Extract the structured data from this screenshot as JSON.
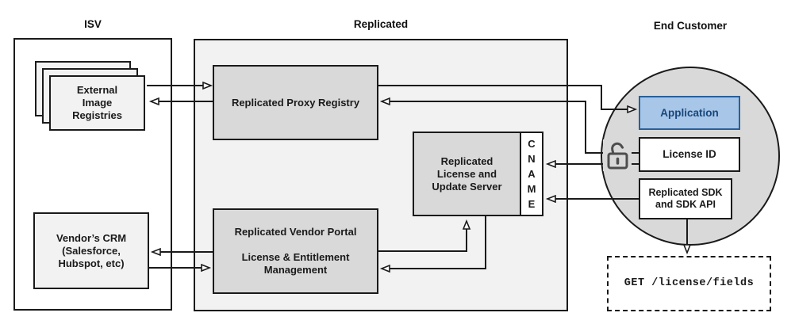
{
  "sections": {
    "isv": "ISV",
    "replicated": "Replicated",
    "end_customer": "End Customer"
  },
  "nodes": {
    "external_image_registries": "External\nImage\nRegistries",
    "replicated_proxy_registry": "Replicated Proxy Registry",
    "replicated_license_update_server": "Replicated\nLicense and\nUpdate Server",
    "cname": "C\nN\nA\nM\nE",
    "replicated_vendor_portal": "Replicated Vendor Portal\n\nLicense & Entitlement\nManagement",
    "vendors_crm": "Vendor’s CRM\n(Salesforce,\nHubspot, etc)",
    "application": "Application",
    "license_id": "License ID",
    "replicated_sdk": "Replicated SDK\nand SDK API",
    "get_license_fields": "GET /license/fields"
  },
  "icons": {
    "lock": "open-padlock-icon"
  },
  "colors": {
    "panel_fill": "#f2f2f2",
    "node_fill": "#d9d9d9",
    "white_fill": "#ffffff",
    "line": "#1a1a1a",
    "app_fill": "#a8c6e8",
    "app_border": "#2a6099",
    "app_text": "#17477c",
    "lock_icon": "#4d4d4d"
  }
}
